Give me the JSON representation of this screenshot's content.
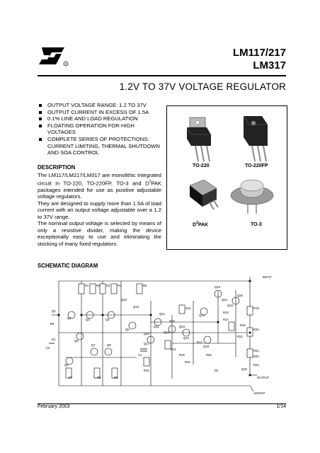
{
  "header": {
    "part_line1": "LM117/217",
    "part_line2": "LM317",
    "title": "1.2V TO 37V VOLTAGE REGULATOR"
  },
  "features": [
    "OUTPUT VOLTAGE RANGE: 1.2 TO 37V",
    "OUTPUT CURRENT IN EXCESS OF 1.5A",
    "0.1% LINE AND LOAD REGULATION",
    "FLOATING OPERATION FOR HIGH VOLTAGES",
    "COMPLETE SERIES OF PROTECTIONS: CURRENT LIMITING, THERMAL SHUTDOWN AND SOA CONTROL"
  ],
  "description": {
    "heading": "DESCRIPTION",
    "p1_pre": "The LM117/LM217/LM317 are monolithic integrated circuit in TO-220, TO-220FP, TO-3 and D",
    "p1_sup": "2",
    "p1_post": "PAK packages intended for use as positive adjustable voltage regulators.",
    "p2": "They are designed to supply more than 1.5A of load current with an output voltage adjustable over a 1.2 to 37V range.",
    "p3": "The nominal output voltage is selected by means of only a resistive divider, making the device exceptionally easy to use and eliminating the stocking of many fixed regulators."
  },
  "packages": {
    "to220": "TO-220",
    "to220fp": "TO-220FP",
    "d2pak_pre": "D",
    "d2pak_sup": "2",
    "d2pak_post": "PAK",
    "to3": "TO-3"
  },
  "schematic": {
    "heading": "SCHEMATIC DIAGRAM",
    "labels": [
      "R1",
      "R2",
      "R3",
      "R4",
      "R5",
      "R6",
      "R7",
      "R8",
      "R9",
      "R10",
      "R11",
      "R12",
      "R13",
      "R14",
      "R15",
      "R16",
      "R17",
      "R18",
      "R19",
      "R20",
      "R21",
      "R22",
      "R23",
      "R24",
      "R25",
      "Q1",
      "Q2",
      "Q3",
      "Q4",
      "Q5",
      "Q6",
      "Q7",
      "Q8",
      "Q9",
      "Q10",
      "Q11",
      "Q12",
      "Q13",
      "Q14",
      "Q15",
      "Q16",
      "Q17",
      "Q18",
      "Q19",
      "Q20",
      "Q21",
      "Q22",
      "Q23",
      "Q24",
      "Q25",
      "Q26",
      "C1",
      "C2",
      "D1",
      "D2",
      "INPUT",
      "OUTPUT",
      "ADJUST"
    ]
  },
  "footer": {
    "date": "February 2003",
    "page": "1/14"
  }
}
